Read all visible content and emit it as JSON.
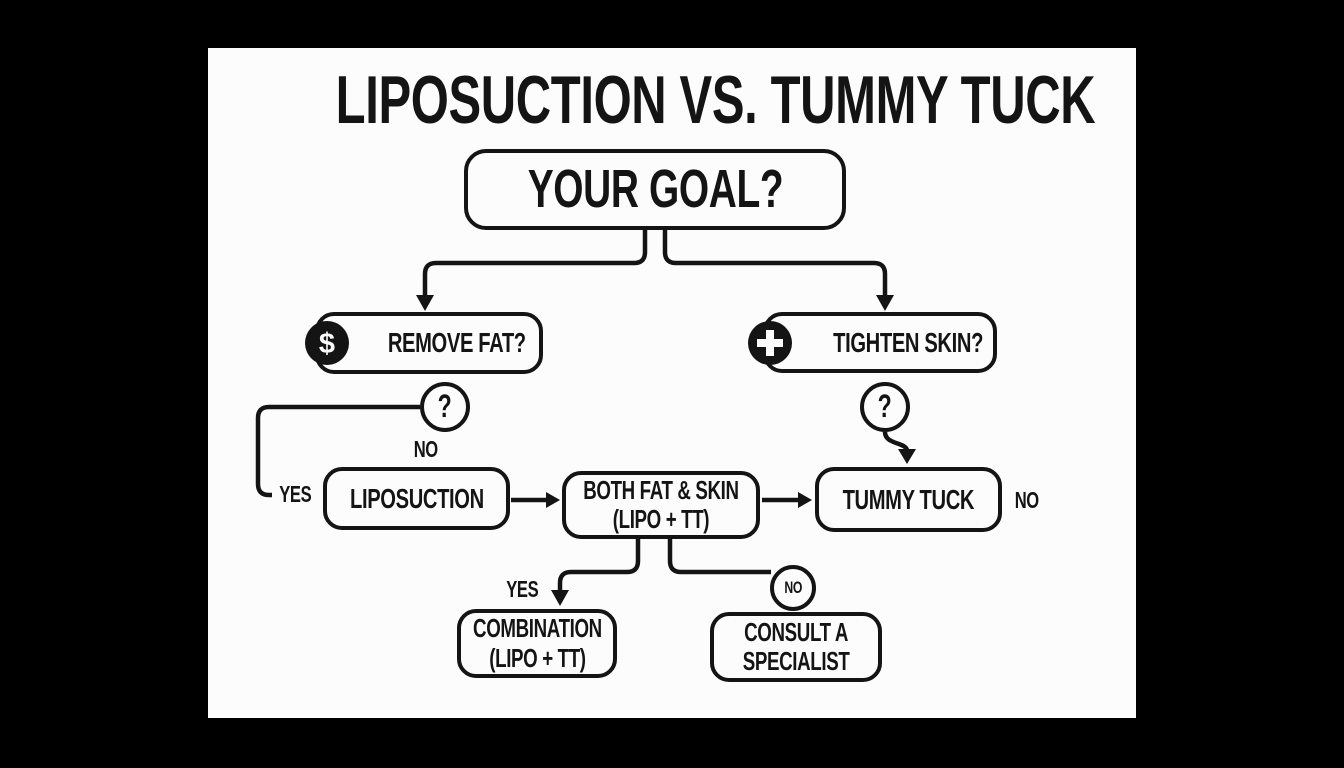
{
  "title": "LIPOSUCTION VS. TUMMY TUCK",
  "colors": {
    "backdrop": "#000000",
    "canvas": "#fcfcfc",
    "ink": "#141414"
  },
  "nodes": {
    "goal": {
      "label": "YOUR GOAL?"
    },
    "remove_fat": {
      "label": "REMOVE FAT?",
      "icon": "dollar-circle-icon",
      "icon_glyph": "$"
    },
    "tighten_skin": {
      "label": "TIGHTEN SKIN?",
      "icon": "plus-circle-icon"
    },
    "liposuction": {
      "label": "LIPOSUCTION"
    },
    "both_fat_skin": {
      "line1": "BOTH FAT & SKIN",
      "line2": "(LIPO + TT)"
    },
    "tummy_tuck": {
      "label": "TUMMY TUCK"
    },
    "combination": {
      "line1": "COMBINATION",
      "line2": "(LIPO + TT)"
    },
    "consult_specialist": {
      "line1": "CONSULT A",
      "line2": "SPECIALIST"
    }
  },
  "labels": {
    "question_mark": "?",
    "remove_fat_no": "NO",
    "remove_fat_yes": "YES",
    "tummy_tuck_no": "NO",
    "combination_yes": "YES",
    "consult_no": "NO"
  }
}
